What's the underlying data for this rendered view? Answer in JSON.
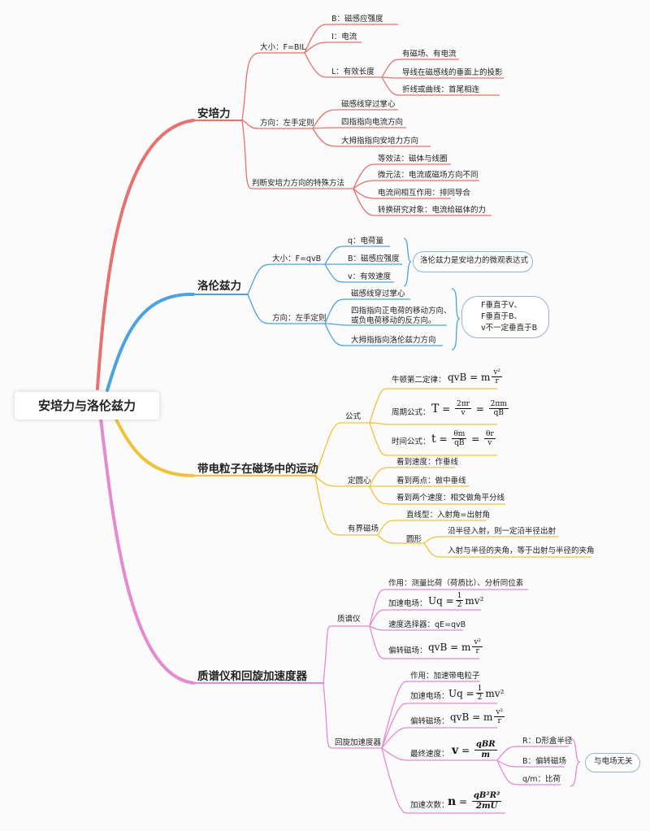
{
  "root": "安培力与洛伦兹力",
  "colors": {
    "ampere": "#e8706f",
    "lorentz": "#4aa3e0",
    "motion": "#f0c23a",
    "instrument": "#e58ad0"
  },
  "ampere": {
    "title": "安培力",
    "size": {
      "label": "大小：F=BIL",
      "b": "B：磁感应强度",
      "i": "I：电流",
      "l": "L：有效长度",
      "l_items": [
        "有磁场、有电流",
        "导线在磁感线的垂面上的投影",
        "折线或曲线：首尾相连"
      ]
    },
    "direction": {
      "label": "方向：左手定则",
      "items": [
        "磁感线穿过掌心",
        "四指指向电流方向",
        "大拇指指向安培力方向"
      ]
    },
    "special": {
      "label": "判断安培力方向的特殊方法",
      "items": [
        "等效法：磁体与线圈",
        "微元法：电流或磁场方向不同",
        "电流间相互作用：排同导合",
        "转换研究对象：电流给磁体的力"
      ]
    }
  },
  "lorentz": {
    "title": "洛伦兹力",
    "size": {
      "label": "大小：F=qvB",
      "items": [
        "q：电荷量",
        "B：磁感应强度",
        "v：有效速度"
      ],
      "note": "洛伦兹力是安培力的微观表达式"
    },
    "direction": {
      "label": "方向：左手定则",
      "item1": "磁感线穿过掌心",
      "item2a": "四指指向正电荷的移动方向、",
      "item2b": "或负电荷移动的反方向。",
      "item3": "大拇指指向洛伦兹力方向",
      "note": [
        "F垂直于V、",
        "F垂直于B、",
        "v不一定垂直于B"
      ]
    }
  },
  "motion": {
    "title": "带电粒子在磁场中的运动",
    "formula": {
      "label": "公式",
      "newton": "牛顿第二定律：",
      "period": "周期公式：",
      "time": "时间公式："
    },
    "center": {
      "label": "定圆心",
      "items": [
        "看到速度：作垂线",
        "看到两点：做中垂线",
        "看到两个速度：相交做角平分线"
      ]
    },
    "bounded": {
      "label": "有界磁场",
      "line": "直线型：入射角=出射角",
      "circle": "圆形",
      "circle_items": [
        "沿半径入射，则一定沿半径出射",
        "入射与半径的夹角，等于出射与半径的夹角"
      ]
    }
  },
  "instrument": {
    "title": "质谱仪和回旋加速度器",
    "ms": {
      "label": "质谱仪",
      "use": "作用：测量比荷（荷质比）、分析同位素",
      "accel": "加速电场：",
      "selector": "速度选择器：qE=qvB",
      "deflect": "偏转磁场："
    },
    "cyc": {
      "label": "回旋加速度器",
      "use": "作用：加速带电粒子",
      "accel": "加速电场：",
      "deflect": "偏转磁场：",
      "vmax": "最终速度：",
      "count": "加速次数：",
      "vars": [
        "R：D形盒半径",
        "B：偏转磁场",
        "q/m：比荷"
      ],
      "note": "与电场无关"
    }
  }
}
